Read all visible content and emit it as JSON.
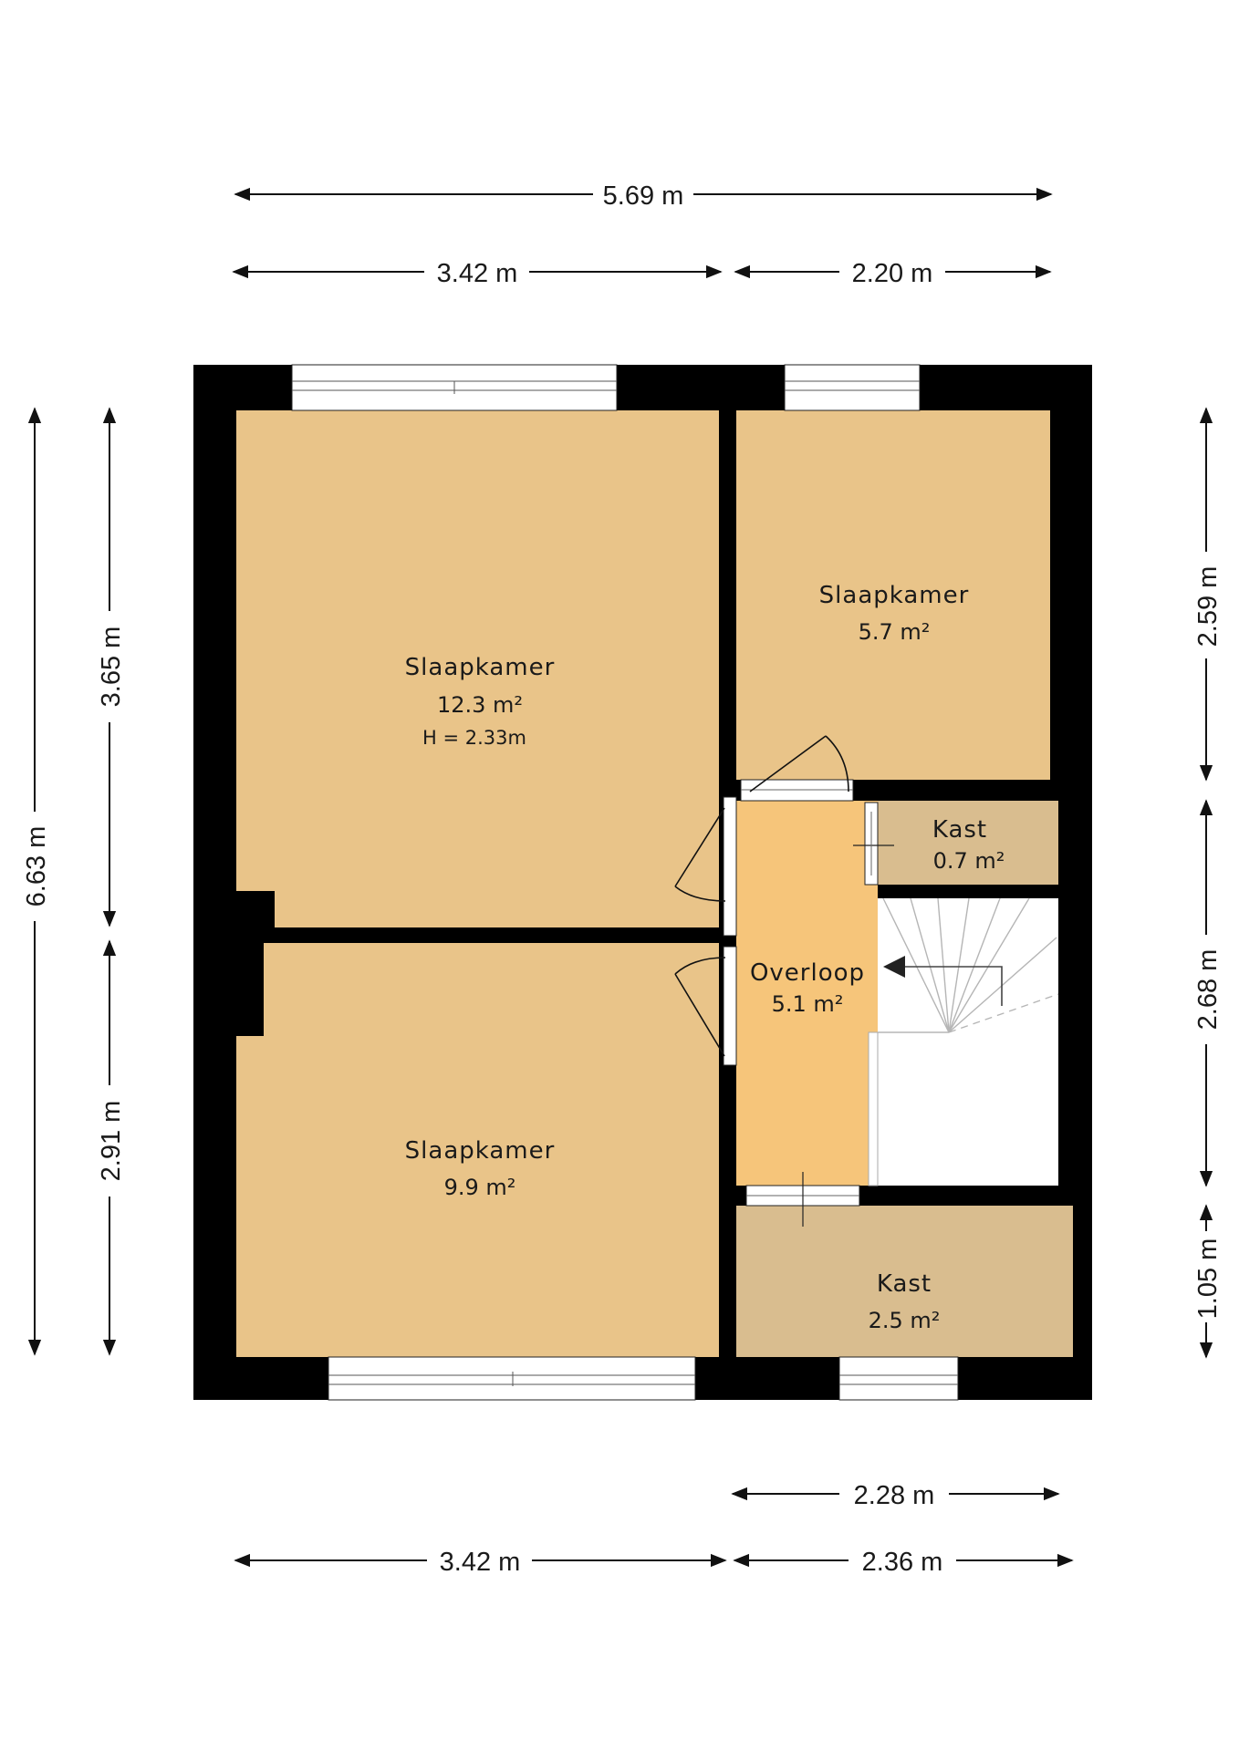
{
  "dimensions": {
    "top_total": "5.69 m",
    "top_left": "3.42 m",
    "top_right": "2.20 m",
    "left_total": "6.63 m",
    "left_upper": "3.65 m",
    "left_lower": "2.91 m",
    "right_upper": "2.59 m",
    "right_middle": "2.68 m",
    "right_lower": "1.05 m",
    "bottom_short": "2.28 m",
    "bottom_left": "3.42 m",
    "bottom_right": "2.36 m"
  },
  "rooms": {
    "bedroom_large": {
      "name": "Slaapkamer",
      "area": "12.3 m²",
      "height": "H = 2.33m"
    },
    "bedroom_small": {
      "name": "Slaapkamer",
      "area": "5.7 m²"
    },
    "bedroom_lower": {
      "name": "Slaapkamer",
      "area": "9.9 m²"
    },
    "landing": {
      "name": "Overloop",
      "area": "5.1 m²"
    },
    "closet_small": {
      "name": "Kast",
      "area": "0.7 m²"
    },
    "closet_large": {
      "name": "Kast",
      "area": "2.5 m²"
    }
  },
  "colors": {
    "bedroom": "#E9C489",
    "landing": "#F6C57A",
    "closet": "#D9BD8F",
    "wall": "#000000"
  }
}
